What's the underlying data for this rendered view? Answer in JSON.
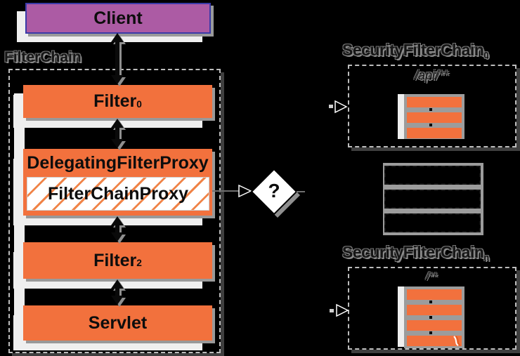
{
  "colors": {
    "background": "#000000",
    "orange": "#F2713D",
    "purple": "#AC5BA4",
    "purple_border": "#3A3AA8",
    "shadow_gray": "#999999",
    "shadow_white": "#EFEFEF",
    "bar_backing_gray": "#9C9C9C",
    "hatch_orange": "#F08448"
  },
  "client": {
    "label": "Client"
  },
  "filter_chain": {
    "label": "FilterChain",
    "filter0": {
      "label": "Filter",
      "subscript": "0"
    },
    "delegating_filter_proxy": {
      "label": "DelegatingFilterProxy"
    },
    "filter_chain_proxy": {
      "label": "FilterChainProxy"
    },
    "filter2": {
      "label": "Filter",
      "subscript": "2"
    },
    "servlet": {
      "label": "Servlet"
    }
  },
  "decision": {
    "label": "?"
  },
  "security_filter_chains": [
    {
      "title": "SecurityFilterChain",
      "subscript": "0",
      "url_pattern": "/api/**",
      "filter_bar_count": 3
    },
    {
      "title": "SecurityFilterChain",
      "subscript": "n",
      "url_pattern": "/**",
      "filter_bar_count": 4
    }
  ],
  "collapsed_chain_count": 3
}
